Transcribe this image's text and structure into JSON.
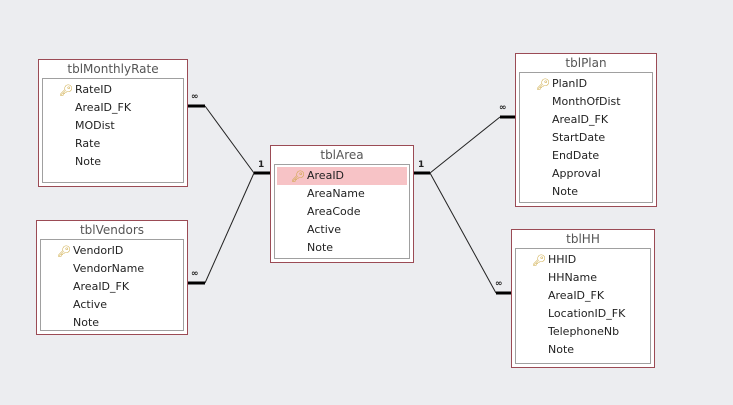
{
  "tables": {
    "monthly": {
      "title": "tblMonthlyRate",
      "fields": [
        "RateID",
        "AreaID_FK",
        "MODist",
        "Rate",
        "Note"
      ],
      "key": "RateID"
    },
    "vendors": {
      "title": "tblVendors",
      "fields": [
        "VendorID",
        "VendorName",
        "AreaID_FK",
        "Active",
        "Note"
      ],
      "key": "VendorID"
    },
    "area": {
      "title": "tblArea",
      "fields": [
        "AreaID",
        "AreaName",
        "AreaCode",
        "Active",
        "Note"
      ],
      "key": "AreaID",
      "selected": "AreaID"
    },
    "plan": {
      "title": "tblPlan",
      "fields": [
        "PlanID",
        "MonthOfDist",
        "AreaID_FK",
        "StartDate",
        "EndDate",
        "Approval",
        "Note"
      ],
      "key": "PlanID"
    },
    "hh": {
      "title": "tblHH",
      "fields": [
        "HHID",
        "HHName",
        "AreaID_FK",
        "LocationID_FK",
        "TelephoneNb",
        "Note"
      ],
      "key": "HHID"
    }
  },
  "relationships": {
    "one": "1",
    "many": "∞"
  },
  "icons": {
    "key": "key-icon"
  },
  "colors": {
    "selection": "#f7c3c6",
    "border": "#9b4b55"
  }
}
